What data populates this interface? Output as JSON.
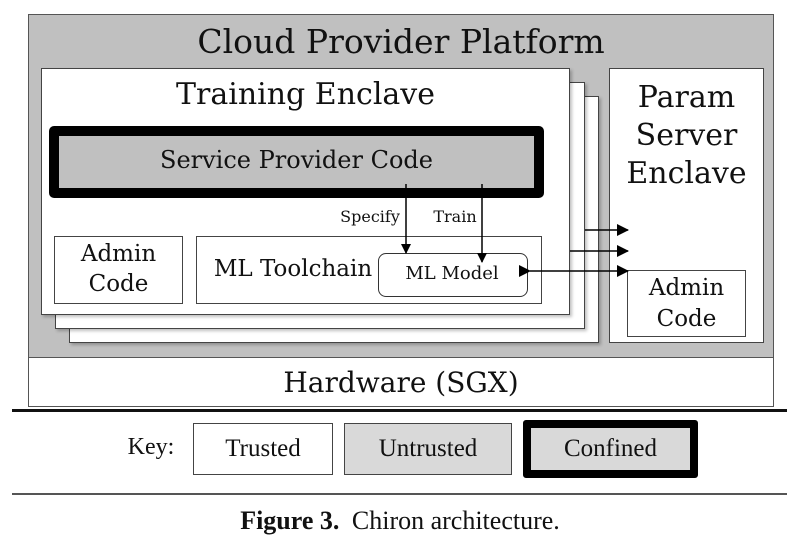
{
  "colors": {
    "untrusted": "#c0c0c0",
    "trusted": "#ffffff",
    "key_untrusted": "#d9d9d9",
    "border": "#444444",
    "confined_border": "#000000"
  },
  "platform": {
    "title": "Cloud Provider Platform"
  },
  "training_enclave": {
    "title": "Training Enclave",
    "service_provider_code": "Service Provider Code",
    "admin_code_line1": "Admin",
    "admin_code_line2": "Code",
    "ml_toolchain": "ML Toolchain",
    "ml_model": "ML Model",
    "arrow_specify": "Specify",
    "arrow_train": "Train"
  },
  "param_server": {
    "title_line1": "Param",
    "title_line2": "Server",
    "title_line3": "Enclave",
    "admin_code_line1": "Admin",
    "admin_code_line2": "Code"
  },
  "hardware": {
    "label": "Hardware (SGX)"
  },
  "key": {
    "label": "Key:",
    "items": [
      "Trusted",
      "Untrusted",
      "Confined"
    ]
  },
  "caption": {
    "bold": "Figure 3.",
    "text": "Chiron architecture."
  }
}
